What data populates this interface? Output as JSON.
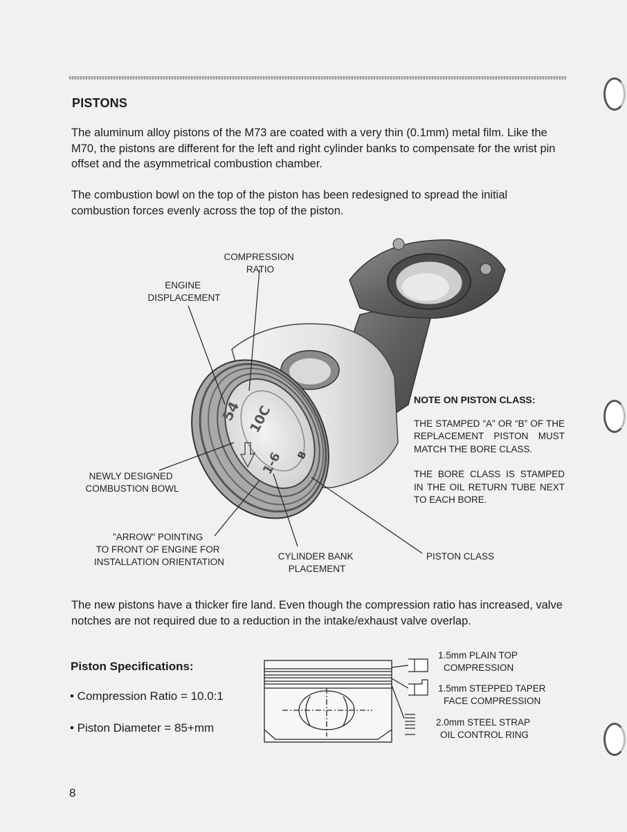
{
  "page": {
    "heading": "PISTONS",
    "para1": "The aluminum alloy pistons of the M73 are coated with a very thin (0.1mm) metal film.  Like the M70, the pistons are different for the left and right cylinder banks to compensate for the wrist pin offset and the asymmetrical combustion chamber.",
    "para2": "The combustion bowl on the top of the piston has been redesigned to spread the initial combustion forces evenly across the top of the piston.",
    "para3": "The new pistons have a thicker fire land. Even though the compression ratio has increased, valve notches are not required due to a reduction in the intake/exhaust valve overlap.",
    "page_number": "8"
  },
  "figure": {
    "labels": {
      "compression_ratio": [
        "COMPRESSION",
        "RATIO"
      ],
      "engine_displacement": [
        "ENGINE",
        "DISPLACEMENT"
      ],
      "combustion_bowl": [
        "NEWLY DESIGNED",
        "COMBUSTION BOWL"
      ],
      "arrow": [
        "\"ARROW\" POINTING",
        "TO FRONT OF ENGINE FOR",
        "INSTALLATION ORIENTATION"
      ],
      "cylinder_bank": [
        "CYLINDER BANK",
        "PLACEMENT"
      ],
      "piston_class": "PISTON CLASS"
    },
    "stamps": {
      "displacement": "54",
      "compression": "10C",
      "bank": "1-6",
      "class": "B"
    }
  },
  "note": {
    "title": "NOTE ON PISTON CLASS:",
    "p1": "THE STAMPED “A” OR “B” OF THE REPLACEMENT PISTON MUST MATCH THE BORE CLASS.",
    "p2": "THE BORE CLASS IS STAMPED IN THE OIL RETURN TUBE NEXT TO EACH BORE."
  },
  "specs": {
    "heading": "Piston Specifications:",
    "items": [
      "• Compression Ratio = 10.0:1",
      "• Piston Diameter = 85+mm"
    ],
    "rings": [
      [
        "1.5mm PLAIN TOP",
        "COMPRESSION"
      ],
      [
        "1.5mm STEPPED TAPER",
        "FACE COMPRESSION"
      ],
      [
        "2.0mm STEEL STRAP",
        "OIL CONTROL RING"
      ]
    ]
  }
}
